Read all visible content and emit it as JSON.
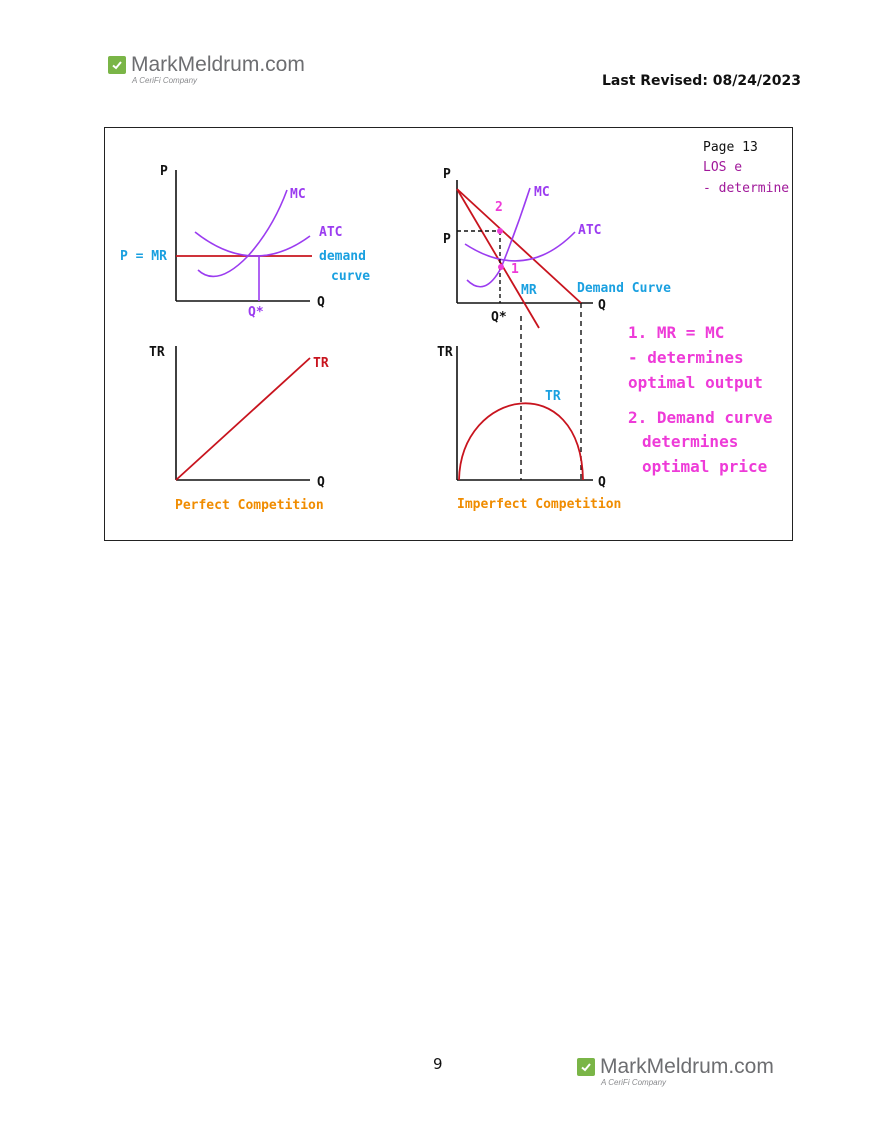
{
  "header": {
    "logo_name": "MarkMeldrum.com",
    "logo_sub": "A CeriFi Company",
    "last_revised": "Last Revised: 08/24/2023"
  },
  "footer": {
    "page_number": "9",
    "logo_name": "MarkMeldrum.com",
    "logo_sub": "A CeriFi Company"
  },
  "slide": {
    "page_label": "Page 13",
    "los_label": "LOS e",
    "los_detail": "- determine",
    "perfect": {
      "p_axis": "P",
      "q_axis": "Q",
      "mc": "MC",
      "atc": "ATC",
      "p_mr": "P = MR",
      "demand_1": "demand",
      "demand_2": "curve",
      "q_star": "Q*",
      "tr_axis": "TR",
      "tr_curve": "TR",
      "tr_q_axis": "Q",
      "title": "Perfect Competition"
    },
    "imperfect": {
      "p_axis": "P",
      "p_level": "P",
      "q_axis": "Q",
      "mc": "MC",
      "atc": "ATC",
      "mr": "MR",
      "demand": "Demand Curve",
      "point_1": "1",
      "point_2": "2",
      "q_star": "Q*",
      "tr_axis": "TR",
      "tr_curve": "TR",
      "tr_q_axis": "Q",
      "title": "Imperfect Competition"
    },
    "notes": {
      "n1_line1": "1. MR = MC",
      "n1_line2": "- determines",
      "n1_line3": "optimal output",
      "n2_line1": "2. Demand curve",
      "n2_line2": "determines",
      "n2_line3": "optimal price"
    }
  },
  "colors": {
    "purple": "#9b3cf0",
    "red": "#c8141e",
    "cyan": "#1aa0e0",
    "magenta": "#ee3bd8",
    "orange": "#f08c00",
    "logo_green": "#7ab547"
  }
}
